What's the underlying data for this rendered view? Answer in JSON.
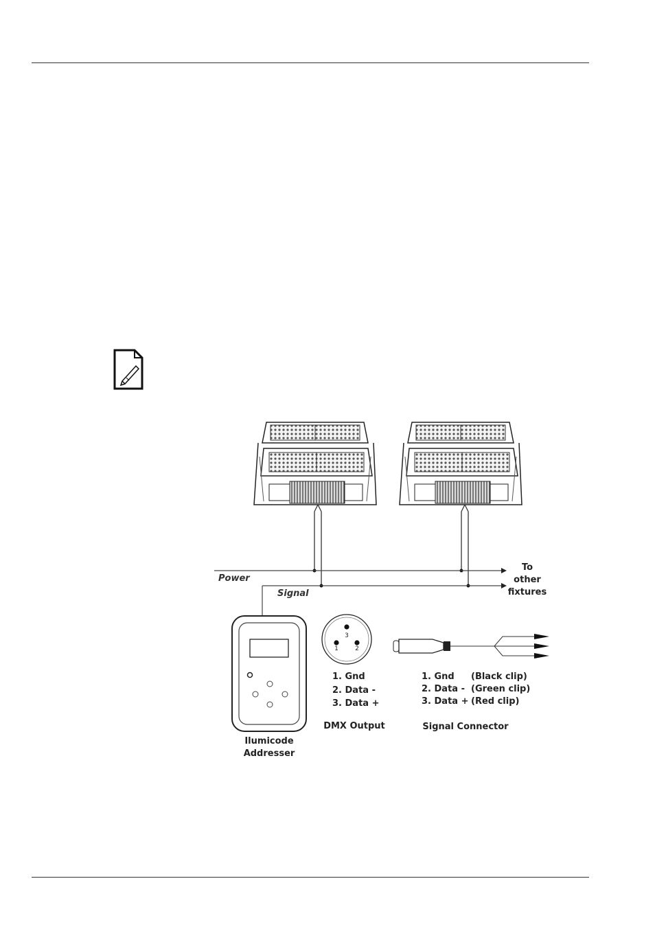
{
  "diagram": {
    "power_label": "Power",
    "signal_label": "Signal",
    "to_other_fixtures": [
      "To",
      "other",
      "fixtures"
    ],
    "addresser_label": [
      "Ilumicode",
      "Addresser"
    ],
    "dmx_output": {
      "pins": [
        "1. Gnd",
        "2. Data -",
        "3. Data +"
      ],
      "pin_numbers": [
        "1",
        "2",
        "3"
      ],
      "caption": "DMX Output"
    },
    "signal_connector": {
      "pins": [
        "1. Gnd",
        "2. Data -",
        "3. Data +"
      ],
      "clips": [
        "(Black clip)",
        "(Green clip)",
        "(Red clip)"
      ],
      "caption": "Signal Connector"
    }
  },
  "icons": {
    "note": "note-pencil-icon",
    "fixture": "led-fixture-icon",
    "xlr": "xlr-connector-icon"
  }
}
